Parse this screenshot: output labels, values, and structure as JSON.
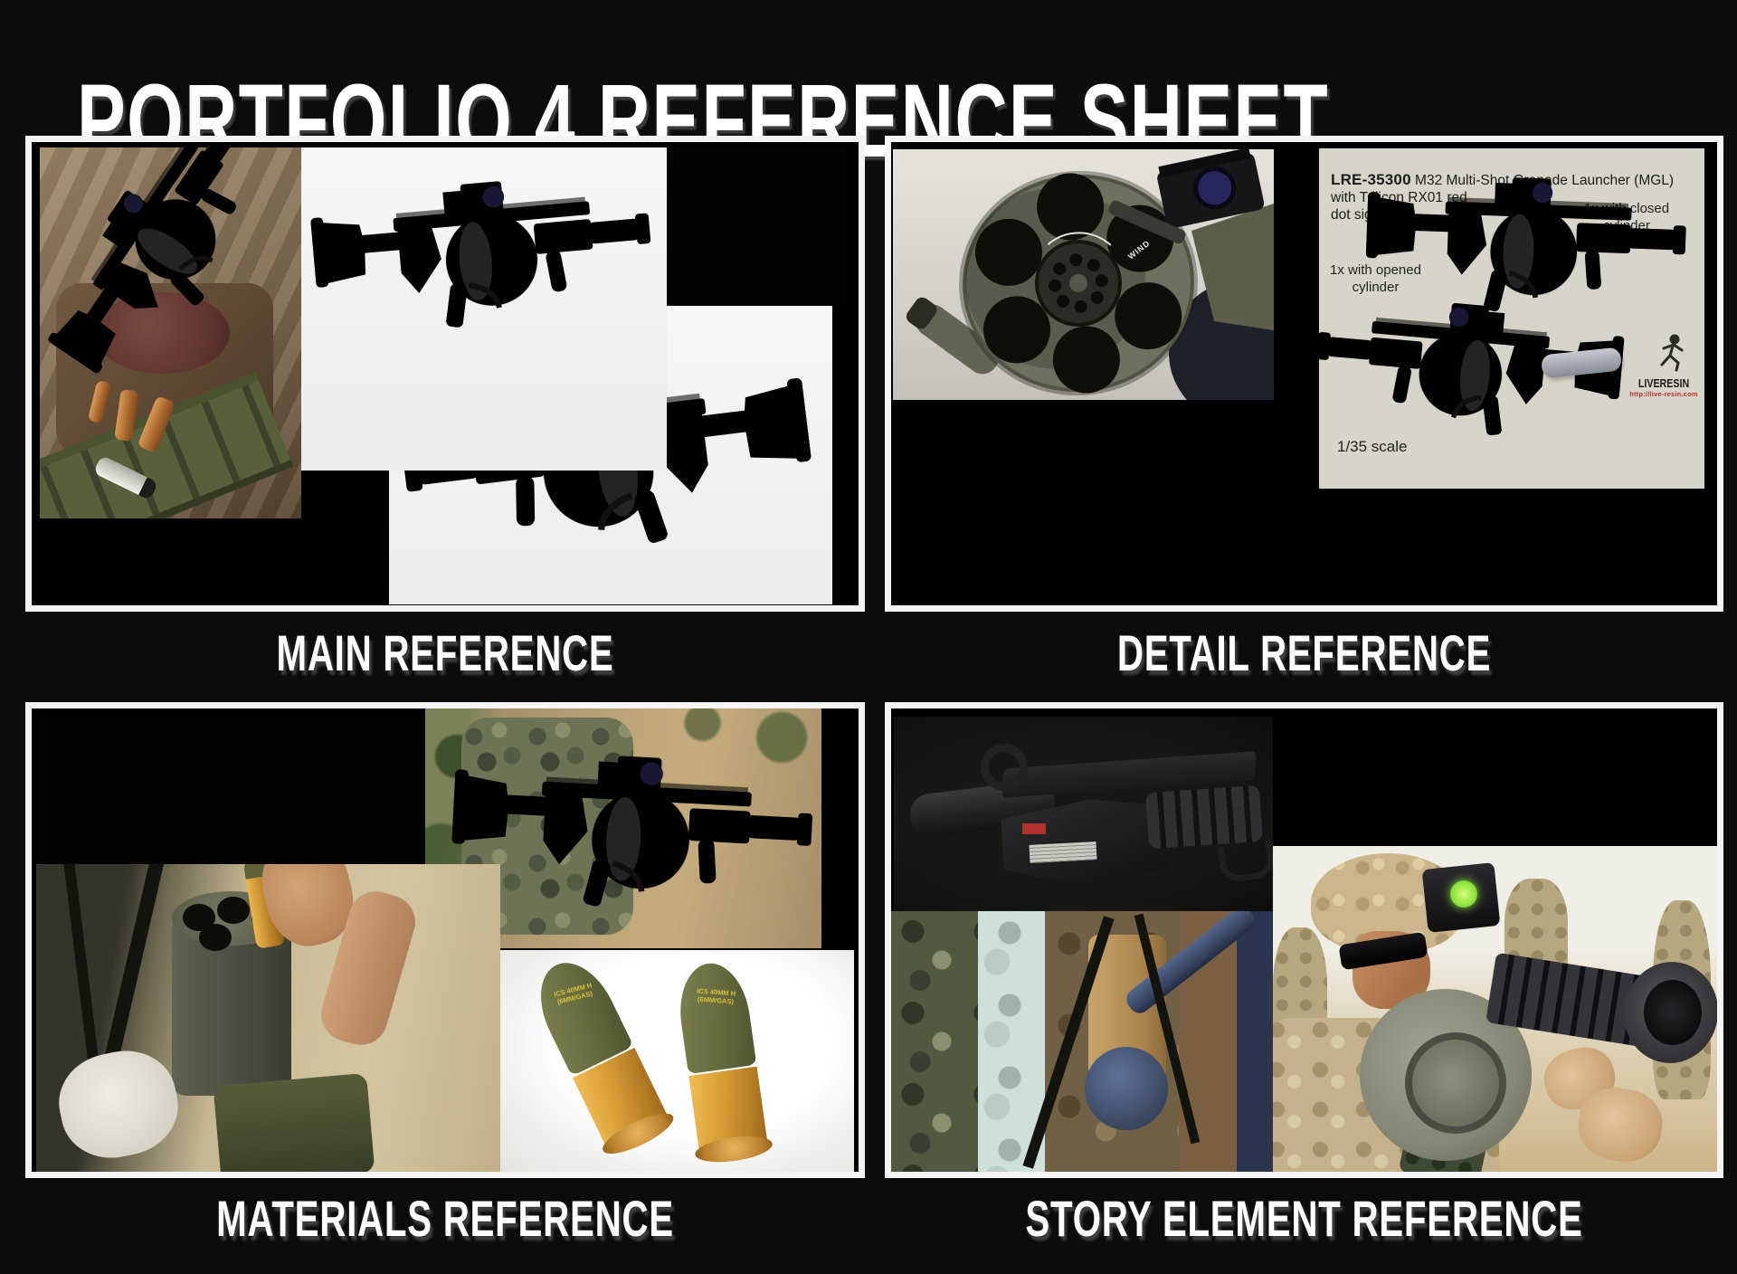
{
  "title": "PORTFOLIO 4 REFERENCE SHEET",
  "panels": {
    "main": {
      "caption": "MAIN REFERENCE"
    },
    "detail": {
      "caption": "DETAIL REFERENCE"
    },
    "materials": {
      "caption": "MATERIALS REFERENCE"
    },
    "story": {
      "caption": "STORY ELEMENT REFERENCE"
    }
  },
  "product_sheet": {
    "code": "LRE-35300",
    "name": "M32 Multi-Shot Grenade Launcher (MGL)",
    "name_line2": "with Trijicon RX01 red",
    "name_line3": "dot sight",
    "variant_closed": "1x with closed cylinder",
    "variant_opened": "1x with opened cylinder",
    "scale_note": "1/35 scale",
    "brand_name": "LiveResin",
    "brand_url": "http://live-resin.com"
  },
  "photo_details": {
    "cylinder_hub_marking": "WIND",
    "round_marking_line1": "ICS 40MM H",
    "round_marking_line2": "(6MM/GAS)"
  },
  "colors": {
    "page_background": "#0c0c0c",
    "panel_border": "#f4f4f4",
    "heading_text": "#ffffff",
    "product_sheet_background": "#d7d4c9",
    "brand_url_red": "#b53128",
    "optic_glow_green": "#8be33c",
    "round_gold": "#d79a33",
    "round_olive": "#666b3e"
  }
}
